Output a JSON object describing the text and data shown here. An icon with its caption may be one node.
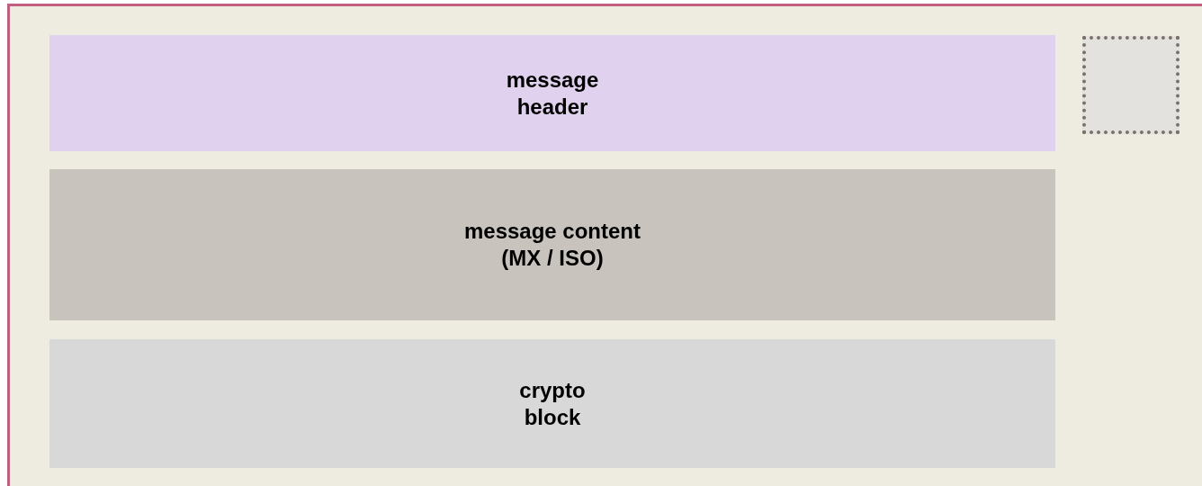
{
  "diagram": {
    "nodes": [
      {
        "text": [],
        "shape": "box"
      },
      {
        "text": [
          "message header"
        ],
        "in": 0
      },
      {
        "text": [
          "message content (MX / ISO)"
        ],
        "in": 0
      },
      {
        "text": [
          "crypto block"
        ],
        "in": 0
      },
      {
        "text": [],
        "shape": "box",
        "in": 0
      }
    ]
  }
}
